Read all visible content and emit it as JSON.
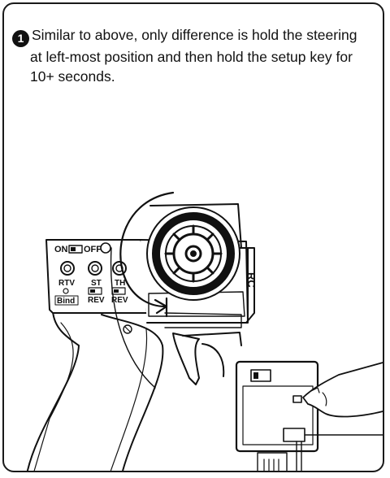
{
  "step": {
    "number": "1",
    "text_line1": "Similar to above, only difference is hold the steering",
    "text_line2": "at left-most position and then hold the setup key for",
    "text_line3": "10+ seconds."
  },
  "transmitter": {
    "power_label_on": "ON",
    "power_label_off": "OFF",
    "rtv_label": "RTV",
    "bind_label": "Bind",
    "st_label": "ST",
    "th_label": "TH",
    "rev_label_st": "REV",
    "rev_label_th": "REV"
  },
  "colors": {
    "ink": "#111111",
    "background": "#ffffff",
    "shade": "#d8d8d8"
  }
}
